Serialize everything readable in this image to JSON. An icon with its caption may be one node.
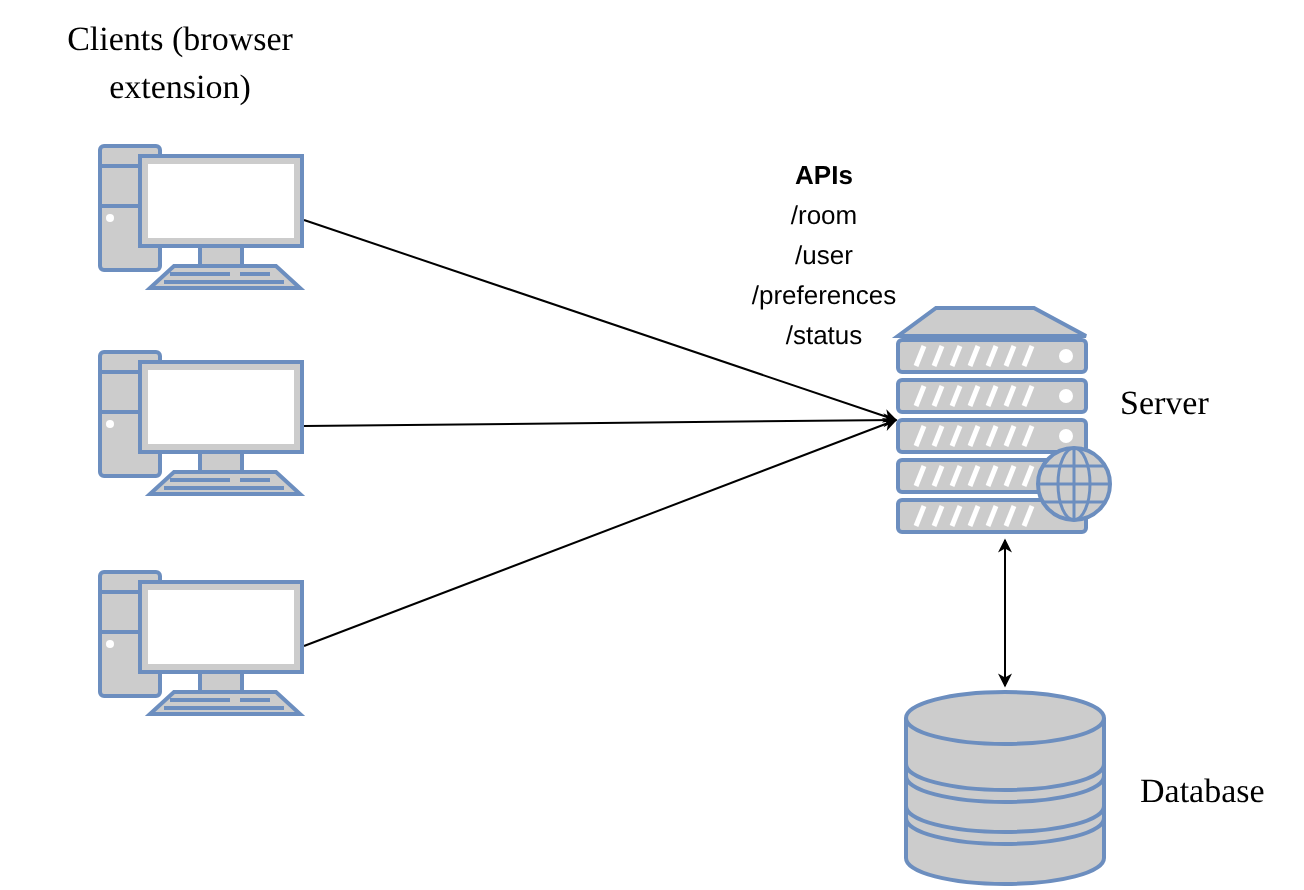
{
  "diagram": {
    "nodes": [
      {
        "text": [],
        "shape": "picture"
      },
      {
        "text": [],
        "shape": "picture"
      },
      {
        "text": [],
        "shape": "picture"
      },
      {
        "text": [],
        "shape": "picture",
        "beside": [
          "Server"
        ]
      },
      {
        "text": [],
        "shape": "cylinder",
        "beside": [
          "Database"
        ]
      }
    ],
    "edges": [
      {
        "from": 0,
        "to": 3,
        "arrow": "to"
      },
      {
        "from": 1,
        "to": 3,
        "arrow": "to"
      },
      {
        "from": 2,
        "to": 3,
        "arrow": "to"
      },
      {
        "from": 3,
        "to": 4,
        "arrow": "both"
      }
    ],
    "labels": [
      "Clients (browser extension)",
      "APIs",
      "/room",
      "/user",
      "/preferences",
      "/status"
    ]
  }
}
